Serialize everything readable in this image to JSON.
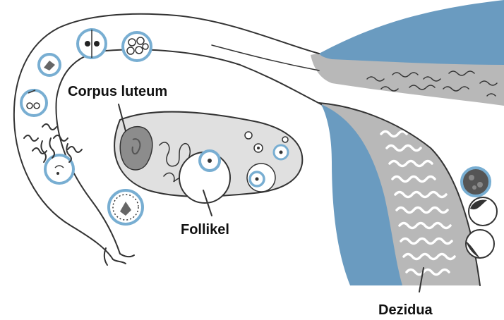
{
  "labels": {
    "corpus_luteum": "Corpus luteum",
    "follikel": "Follikel",
    "dezidua": "Dezidua"
  },
  "colors": {
    "tissue_blue": "#6a9bc0",
    "ring_blue": "#78aed2",
    "stroma_gray": "#b8b8b8",
    "ovary_fill": "#e0e0e0",
    "corpus_gray": "#8c8c8c",
    "ink": "#333333"
  }
}
